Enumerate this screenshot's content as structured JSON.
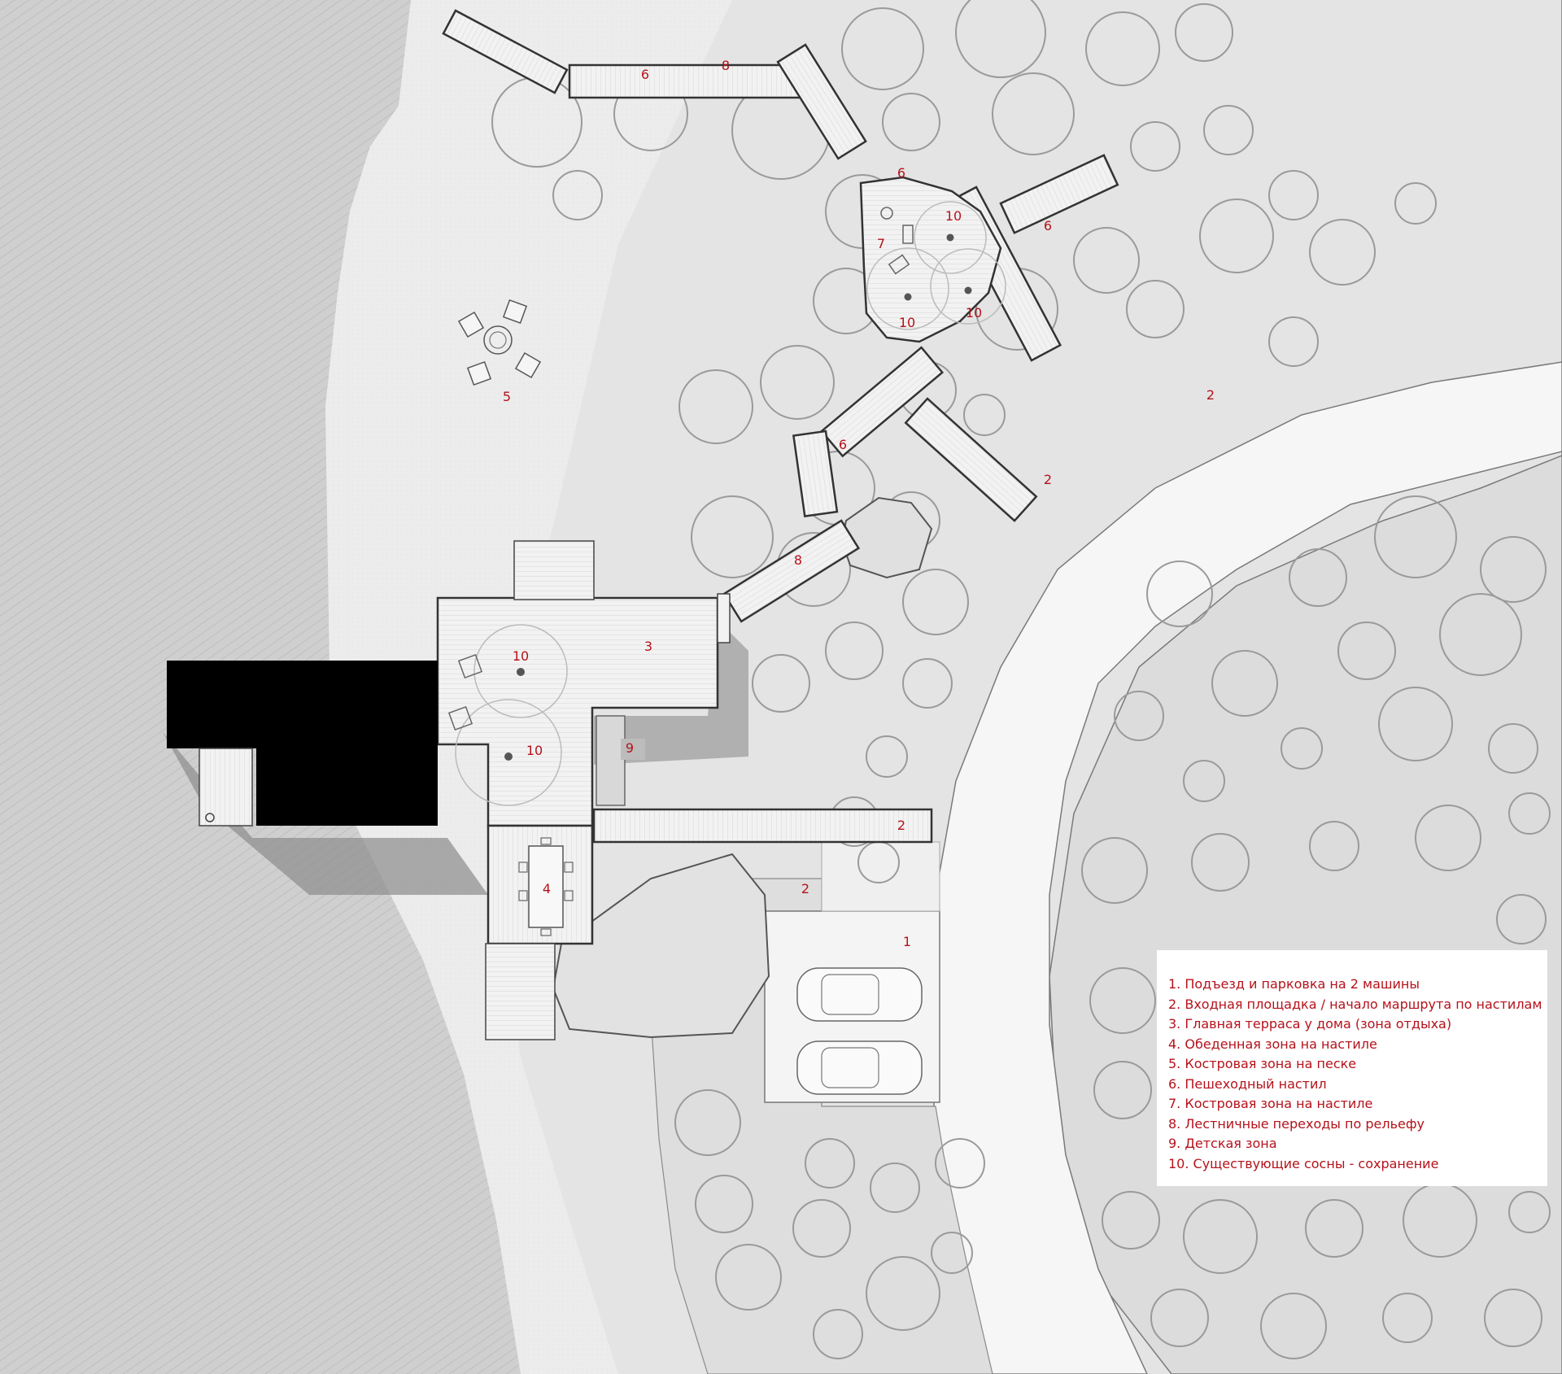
{
  "colors": {
    "annotation": "#b5121b",
    "background": "#e4e4e4",
    "sand": "#ececec",
    "water": "#cfcfcf",
    "road": "#f6f6f6",
    "deck": "#f2f2f2",
    "tree_outline": "#9a9a9a",
    "house": "#000000"
  },
  "labels": {
    "l1": "1",
    "l2a": "2",
    "l2b": "2",
    "l2c": "2",
    "l2d": "2",
    "l3": "3",
    "l4": "4",
    "l5": "5",
    "l6a": "6",
    "l6b": "6",
    "l6c": "6",
    "l6d": "6",
    "l7": "7",
    "l8a": "8",
    "l8b": "8",
    "l9": "9",
    "l10a": "10",
    "l10b": "10",
    "l10c": "10",
    "l10d": "10",
    "l10e": "10"
  },
  "legend": {
    "items": [
      "1. Подъезд и парковка на 2 машины",
      "2. Входная площадка / начало маршрута по настилам",
      "3. Главная терраса у дома (зона отдыха)",
      "4. Обеденная зона на настиле",
      "5. Костровая зона на песке",
      "6. Пешеходный настил",
      "7. Костровая зона на настиле",
      "8. Лестничные переходы по рельефу",
      "9. Детская зона",
      "10. Существующие сосны - сохранение"
    ]
  }
}
